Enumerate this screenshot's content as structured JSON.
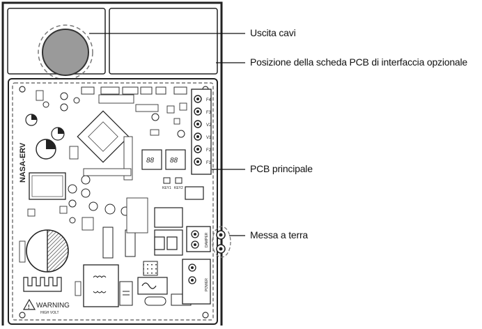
{
  "labels": {
    "cable_outlet": "Uscita cavi",
    "optional_pcb_position": "Posizione della scheda PCB di interfaccia opzionale",
    "main_pcb": "PCB principale",
    "ground": "Messa a terra"
  },
  "board_markings": {
    "model": "NASA-ERV",
    "warning": "WARNING",
    "high_volt": "HIGH VOLT",
    "key1": "KEY1",
    "key2": "KEY2",
    "display_left": "88",
    "display_right": "88",
    "damper": "DAMPER",
    "power": "POWER"
  },
  "terminal_labels": [
    "F4",
    "F3",
    "V2",
    "V1",
    "F2",
    "F1"
  ]
}
